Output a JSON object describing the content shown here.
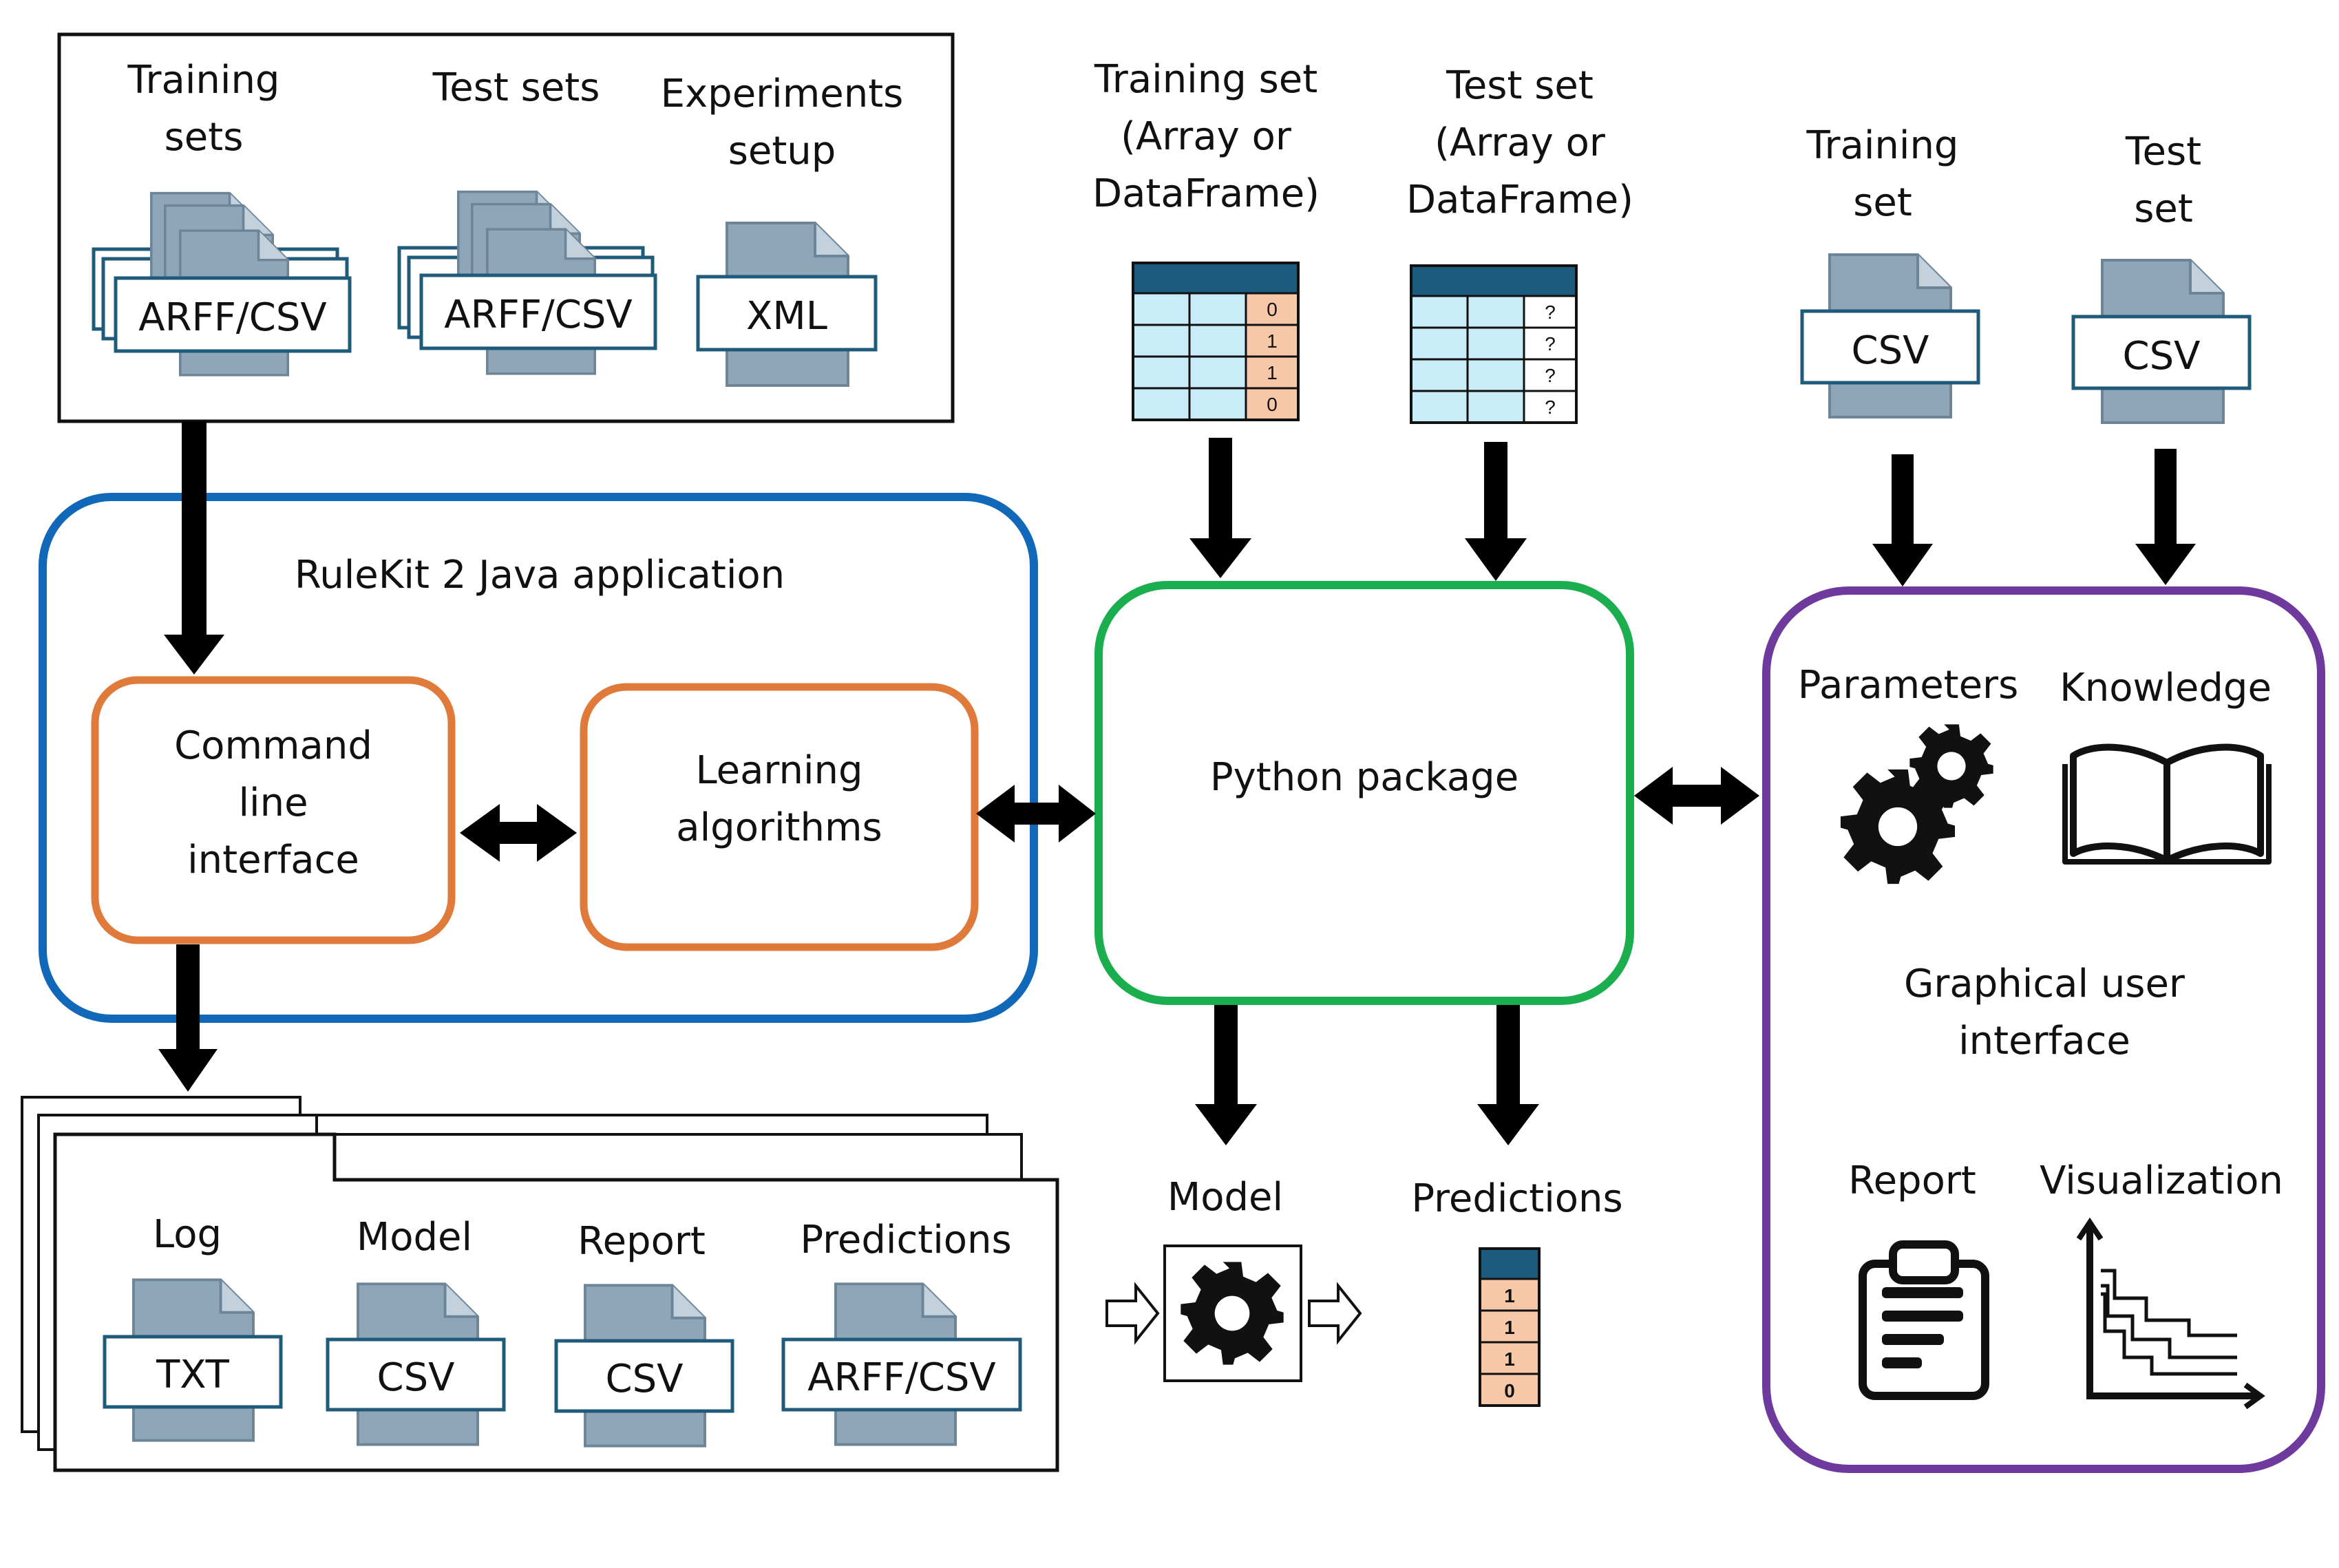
{
  "colors": {
    "java_app": "#1168b8",
    "component": "#e07a3a",
    "python": "#1aae4e",
    "gui": "#6f3a9e",
    "file_icon": "#8fa5b8",
    "file_icon_dark": "#6d8599",
    "label_border": "#1e5a7a",
    "table_header": "#1c5a7e",
    "table_cell": "#c8ecf8",
    "table_target": "#f6c8a8"
  },
  "inputs_box": {
    "training_sets": [
      "Training",
      "sets"
    ],
    "training_ext": "ARFF/CSV",
    "test_sets": "Test sets",
    "test_ext": "ARFF/CSV",
    "experiments": [
      "Experiments",
      "setup"
    ],
    "experiments_ext": "XML"
  },
  "python_inputs": {
    "training": [
      "Training set",
      "(Array or",
      "DataFrame)"
    ],
    "training_targets": [
      "0",
      "1",
      "1",
      "0"
    ],
    "test": [
      "Test set",
      "(Array or",
      "DataFrame)"
    ],
    "test_targets": [
      "?",
      "?",
      "?",
      "?"
    ]
  },
  "gui_inputs": {
    "training": [
      "Training",
      "set"
    ],
    "training_ext": "CSV",
    "test": [
      "Test",
      "set"
    ],
    "test_ext": "CSV"
  },
  "java_app": {
    "title": "RuleKit 2 Java application",
    "cli": [
      "Command",
      "line",
      "interface"
    ],
    "learning": [
      "Learning",
      "algorithms"
    ]
  },
  "python_package": {
    "title": "Python package"
  },
  "gui": {
    "parameters": "Parameters",
    "knowledge": "Knowledge",
    "title": [
      "Graphical user",
      "interface"
    ],
    "report": "Report",
    "visualization": "Visualization",
    "icons": [
      "gears-icon",
      "book-icon",
      "clipboard-icon",
      "stepchart-icon"
    ]
  },
  "outputs_box": {
    "log": "Log",
    "log_ext": "TXT",
    "model": "Model",
    "model_ext": "CSV",
    "report": "Report",
    "report_ext": "CSV",
    "predictions": "Predictions",
    "predictions_ext": "ARFF/CSV"
  },
  "python_outputs": {
    "model": "Model",
    "predictions": "Predictions",
    "prediction_values": [
      "1",
      "1",
      "1",
      "0"
    ]
  }
}
